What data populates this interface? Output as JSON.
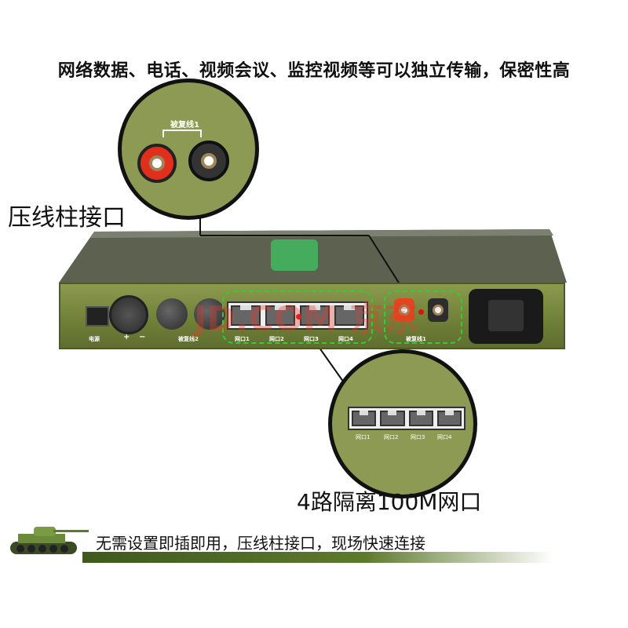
{
  "headline": "网络数据、电话、视频会议、监控视频等可以独立传输，保密性高",
  "callouts": {
    "terminal": "压线柱接口",
    "ports": "4路隔离100M网口"
  },
  "device": {
    "power_label": "电源",
    "plus": "+",
    "minus": "−",
    "line2_label": "被复线2",
    "line1_label": "被复线1",
    "port_labels": [
      "网口1",
      "网口2",
      "网口3",
      "网口4"
    ],
    "watermark": "JD.COM 京东"
  },
  "banner": {
    "text": "无需设置即插即用，压线柱接口，现场快速连接"
  },
  "colors": {
    "body": "#7a8a3f",
    "accent_red": "#e2461f",
    "dash_green": "#33cc33"
  }
}
